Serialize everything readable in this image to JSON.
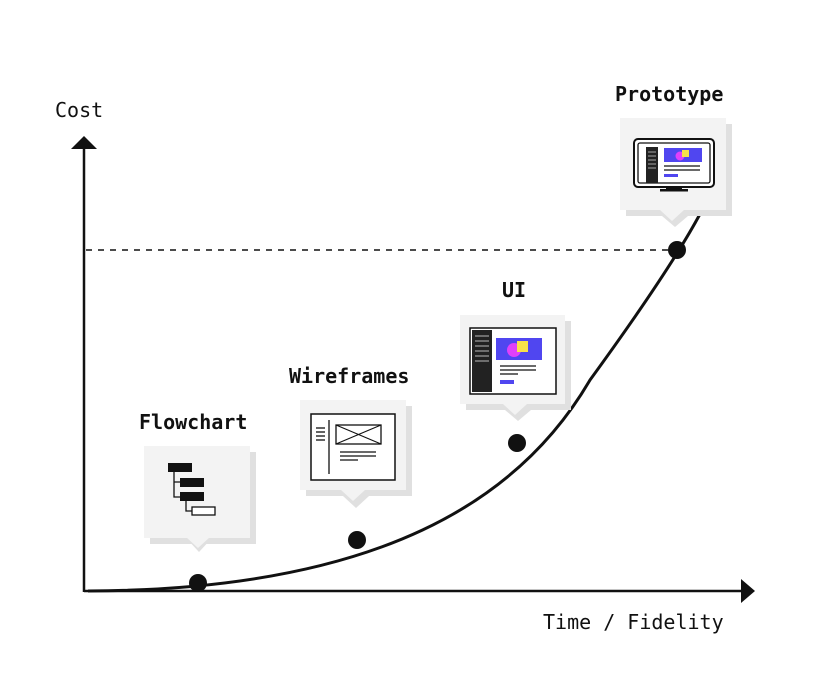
{
  "axes": {
    "y_label": "Cost",
    "x_label": "Time / Fidelity"
  },
  "stages": [
    {
      "label": "Flowchart",
      "icon": "flowchart-icon"
    },
    {
      "label": "Wireframes",
      "icon": "wireframe-icon"
    },
    {
      "label": "UI",
      "icon": "ui-mockup-icon"
    },
    {
      "label": "Prototype",
      "icon": "monitor-prototype-icon"
    }
  ],
  "colors": {
    "ink": "#111111",
    "card": "#f3f3f3",
    "card_shadow": "#e0e0e0",
    "accent_blue": "#5046f0",
    "accent_magenta": "#e040fb",
    "accent_yellow": "#f7e14a"
  }
}
